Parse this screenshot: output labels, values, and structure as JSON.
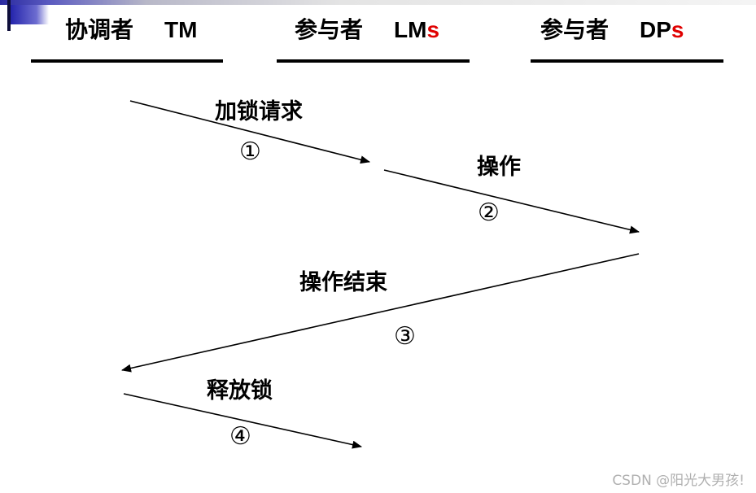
{
  "participants": [
    {
      "role": "协调者",
      "code": "TM",
      "suffix": ""
    },
    {
      "role": "参与者",
      "code": "LM",
      "suffix": "s"
    },
    {
      "role": "参与者",
      "code": "DP",
      "suffix": "s"
    }
  ],
  "steps": [
    {
      "label": "加锁请求",
      "number": "①"
    },
    {
      "label": "操作",
      "number": "②"
    },
    {
      "label": "操作结束",
      "number": "③"
    },
    {
      "label": "释放锁",
      "number": "④"
    }
  ],
  "colors": {
    "suffix": "#e00000",
    "line": "#000000",
    "watermark": "#b0b0b0"
  },
  "watermark": "CSDN @阳光大男孩!"
}
